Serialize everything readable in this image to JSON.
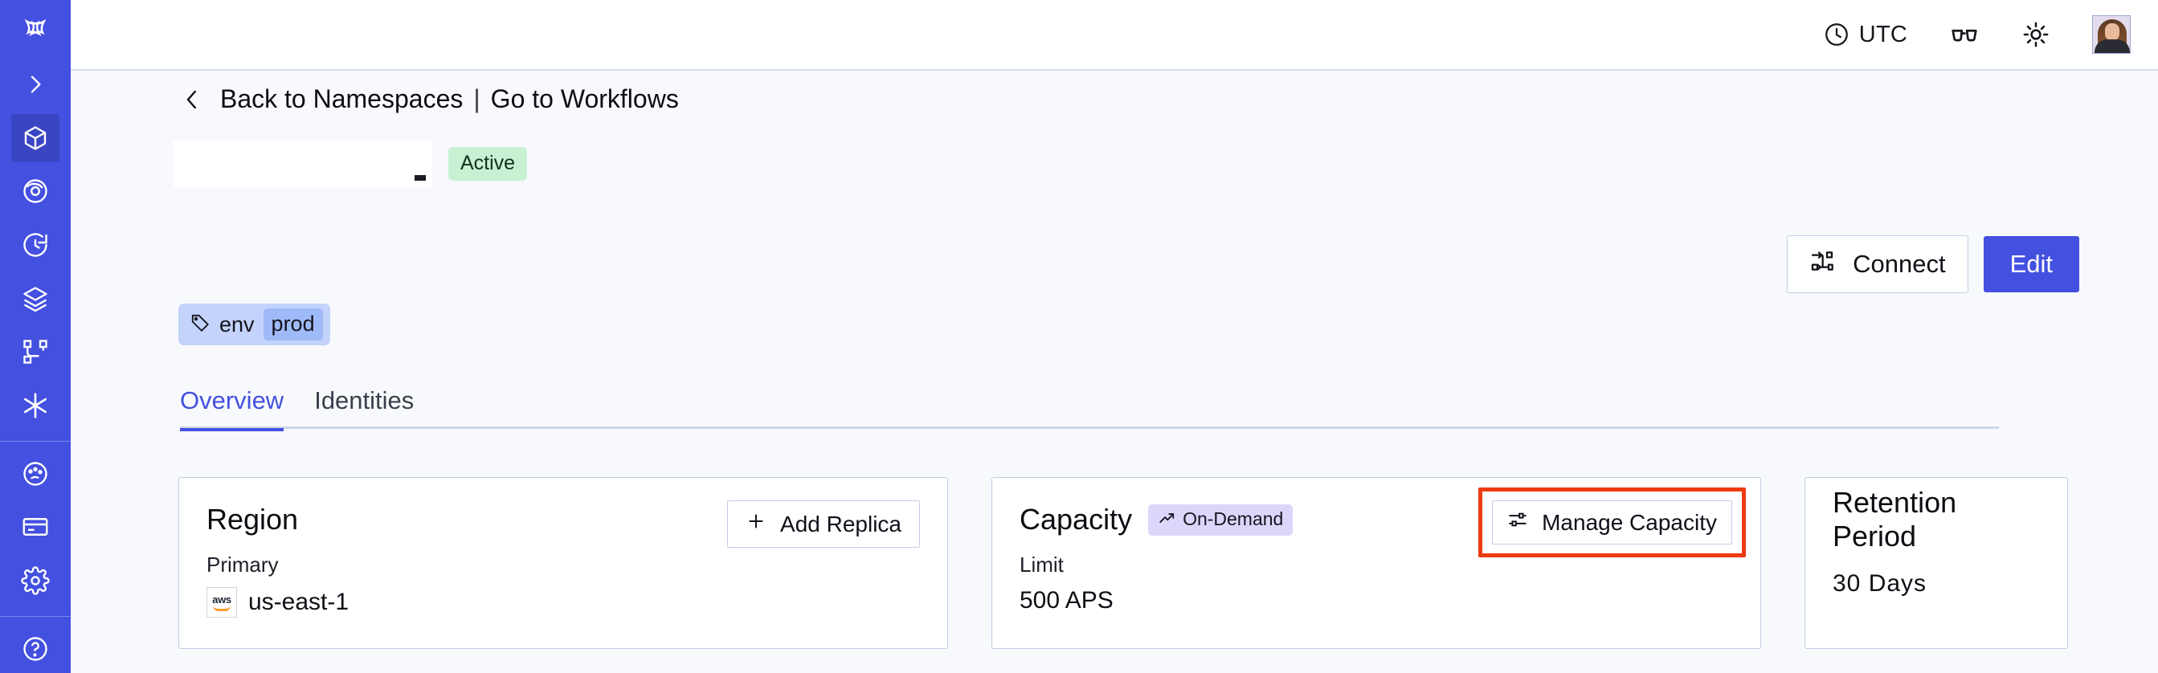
{
  "colors": {
    "sidebar_bg": "#4450e0",
    "sidebar_active": "#3a45c4",
    "accent": "#4450e0",
    "page_bg": "#f7f9fc",
    "card_border": "#c0cde5",
    "badge_active_bg": "#c8f0d3",
    "tag_bg": "#c3d3fb",
    "tag_value_bg": "#9fbaf8",
    "ondemand_bg": "#ddd6fb",
    "highlight_red": "#ee3b12"
  },
  "sidebar": {
    "items": [
      {
        "name": "logo-icon",
        "label": "Temporal Logo",
        "active": false
      },
      {
        "name": "chevron-right-icon",
        "label": "Expand Sidebar",
        "active": false
      },
      {
        "name": "cube-icon",
        "label": "Namespaces",
        "active": true
      },
      {
        "name": "eye-icon",
        "label": "Observability",
        "active": false
      },
      {
        "name": "history-icon",
        "label": "Schedules",
        "active": false
      },
      {
        "name": "layers-icon",
        "label": "Batch Operations",
        "active": false
      },
      {
        "name": "workflow-icon",
        "label": "Workflows",
        "active": false
      },
      {
        "name": "asterisk-icon",
        "label": "Nexus",
        "active": false
      },
      {
        "name": "gauge-icon",
        "label": "Usage",
        "active": false
      },
      {
        "name": "card-icon",
        "label": "Billing",
        "active": false
      },
      {
        "name": "gear-icon",
        "label": "Settings",
        "active": false
      }
    ]
  },
  "topbar": {
    "timezone_label": "UTC",
    "clock_icon": "clock-icon",
    "glasses_icon": "glasses-icon",
    "theme_icon": "sun-icon",
    "avatar_icon": "user-avatar"
  },
  "breadcrumb": {
    "back_icon": "chevron-left-icon",
    "back_label": "Back to Namespaces",
    "separator": "|",
    "forward_label": "Go to Workflows"
  },
  "namespace": {
    "name_redacted": "",
    "status_badge": "Active",
    "tag": {
      "icon": "tag-icon",
      "key": "env",
      "value": "prod"
    }
  },
  "header_actions": {
    "connect_label": "Connect",
    "connect_icon": "connect-icon",
    "edit_label": "Edit"
  },
  "tabs": [
    {
      "label": "Overview",
      "active": true
    },
    {
      "label": "Identities",
      "active": false
    }
  ],
  "cards": {
    "region": {
      "title": "Region",
      "action_label": "Add Replica",
      "action_icon": "plus-icon",
      "sub_label": "Primary",
      "provider_icon": "aws-logo",
      "value": "us-east-1"
    },
    "capacity": {
      "title": "Capacity",
      "pill_label": "On-Demand",
      "pill_icon": "trend-up-icon",
      "action_label": "Manage Capacity",
      "action_icon": "sliders-icon",
      "action_highlighted": true,
      "sub_label": "Limit",
      "value": "500 APS"
    },
    "retention": {
      "title": "Retention Period",
      "value": "30 Days"
    }
  }
}
